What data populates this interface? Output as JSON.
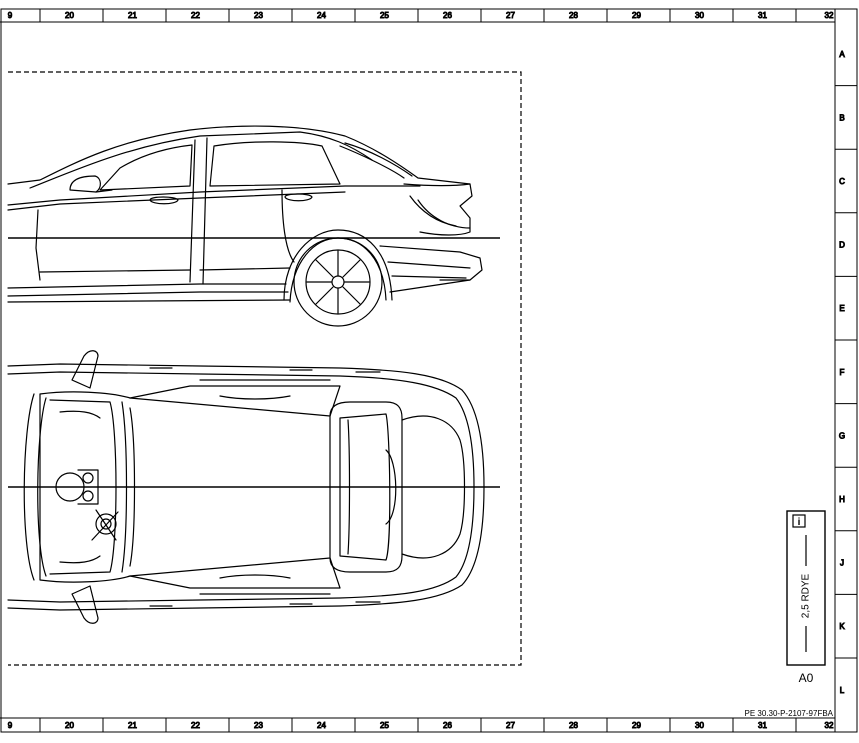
{
  "frame": {
    "columns": [
      "9",
      "20",
      "21",
      "22",
      "23",
      "24",
      "25",
      "26",
      "27",
      "28",
      "29",
      "30",
      "31",
      "32"
    ],
    "rows": [
      "A",
      "B",
      "C",
      "D",
      "E",
      "F",
      "G",
      "H",
      "J",
      "K",
      "L"
    ]
  },
  "title_block": {
    "info_icon": "i",
    "scale_label": "2,5 RDYE",
    "sheet_format": "A0",
    "drawing_number": "PE 30.30-P-2107-97FBA"
  },
  "views": [
    "side-view",
    "top-view"
  ]
}
